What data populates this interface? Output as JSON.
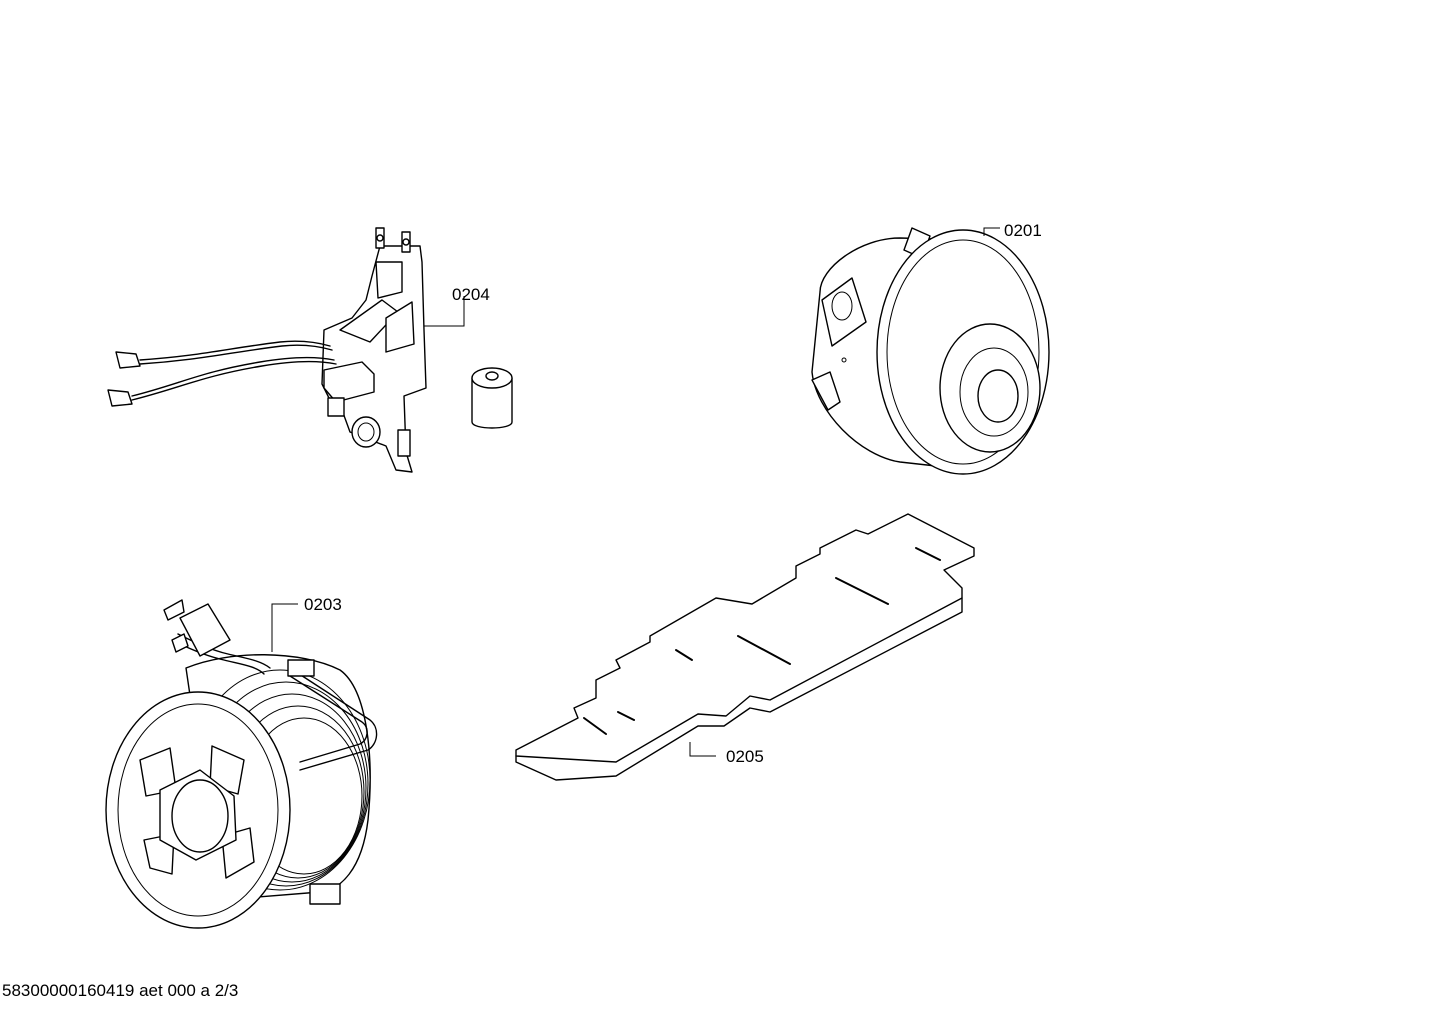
{
  "parts": [
    {
      "id": "part-0201",
      "label": "0201"
    },
    {
      "id": "part-0204",
      "label": "0204"
    },
    {
      "id": "part-0203",
      "label": "0203"
    },
    {
      "id": "part-0205",
      "label": "0205"
    }
  ],
  "footer": {
    "text": "58300000160419 aet 000 a 2/3"
  },
  "colors": {
    "line": "#000000",
    "background": "#ffffff"
  }
}
